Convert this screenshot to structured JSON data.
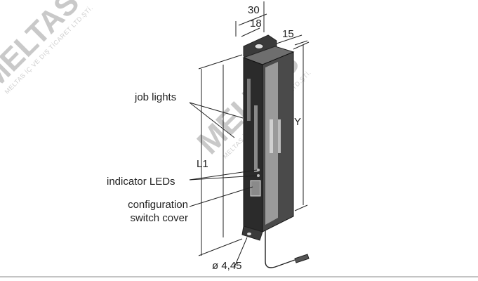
{
  "labels": {
    "job_lights": "job lights",
    "indicator_leds": "indicator LEDs",
    "config_line1": "configuration",
    "config_line2": "switch cover"
  },
  "dimensions": {
    "width_total": "30",
    "width_inner": "18",
    "depth": "15",
    "length_l1": "L1",
    "length_y": "Y",
    "hole_diameter": "ø 4,45"
  },
  "watermark": {
    "brand": "MELTAS",
    "caption": "MELTAS İÇ VE DIŞ TİCARET LTD.ŞTİ."
  },
  "colors": {
    "body_dark": "#2b2b2b",
    "body_mid": "#555555",
    "body_light": "#9a9a9a",
    "line": "#222222"
  }
}
